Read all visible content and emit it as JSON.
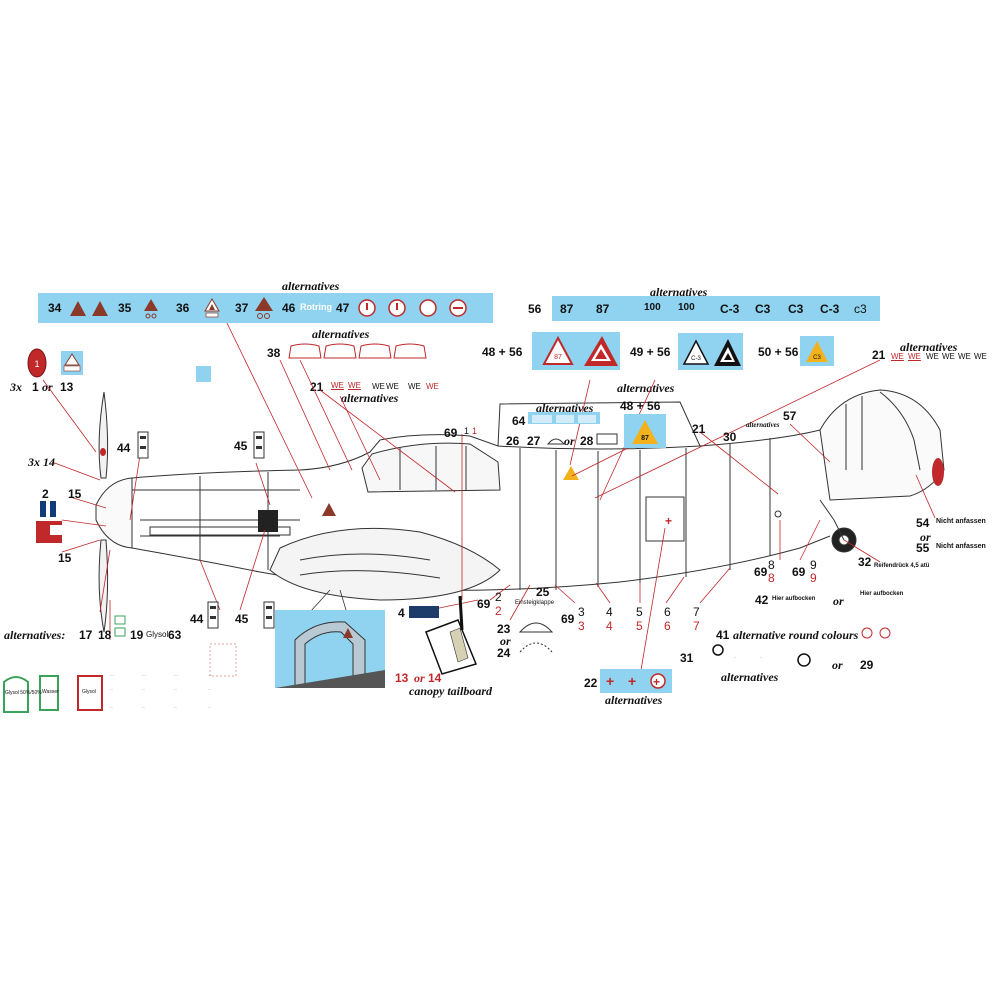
{
  "colors": {
    "decal_blue": "#8fd3f0",
    "red": "#c0282a",
    "brown": "#8b3a2a",
    "yellow": "#f3b21b",
    "line": "#333333"
  },
  "top_band_left": {
    "header": "alternatives",
    "items": [
      {
        "n": "34"
      },
      {
        "n": "35"
      },
      {
        "n": "36"
      },
      {
        "n": "37"
      },
      {
        "n": "46",
        "text": "Rotring"
      },
      {
        "n": "47"
      }
    ]
  },
  "top_band_right": {
    "header": "alternatives",
    "n": "56",
    "codes": [
      "87",
      "87",
      "100",
      "100",
      "C-3",
      "C3",
      "C3",
      "C-3",
      "c3"
    ]
  },
  "tri_row": {
    "a": "48 + 56",
    "b": "49 + 56",
    "c": "50 + 56",
    "d": "alternatives",
    "v1": "87",
    "v2": "C-3",
    "v3": "C3"
  },
  "canopy_markings": {
    "n38": "38",
    "label": "alternatives",
    "n21": "21",
    "we": "WE",
    "alt2": "alternatives"
  },
  "right_we": {
    "n21": "21",
    "label": "alternatives",
    "we": "WE"
  },
  "left_side": {
    "l1": "3x",
    "n1": "1",
    "or": "or",
    "n13": "13",
    "x14": "3x 14",
    "n2": "2",
    "n15": "15",
    "n15b": "15",
    "n44": "44",
    "n45": "45",
    "n44b": "44",
    "n45b": "45"
  },
  "center": {
    "n69": "69",
    "n1": "1",
    "n1r": "1",
    "n64": "64",
    "alt": "alternatives",
    "n26": "26",
    "n27": "27",
    "or": "or",
    "n28": "28",
    "n48": "48 + 56",
    "v87": "87",
    "n21": "21",
    "n30": "30",
    "n57": "57",
    "alt30": "alternatives"
  },
  "bottom_numbers": {
    "n2": "2",
    "n2r": "2",
    "n69": "69",
    "n3": "3",
    "n3r": "3",
    "n4": "4",
    "n4r": "4",
    "n5": "5",
    "n5r": "5",
    "n6": "6",
    "n6r": "6",
    "n7": "7",
    "n7r": "7",
    "n8": "8",
    "n8r": "8",
    "n9": "9",
    "n9r": "9",
    "n69b": "69",
    "n69c": "69",
    "n23": "23",
    "or": "or",
    "n24": "24",
    "n25": "25",
    "n25t": "Einsteigklappe"
  },
  "tail_labels": {
    "n54": "54",
    "t54": "Nicht anfassen",
    "or": "or",
    "n55": "55",
    "t55": "Nicht anfassen",
    "n32": "32",
    "t32": "Reifendrück 4,5 atü",
    "n42": "42",
    "t42a": "Hier aufbocken",
    "or2": "or",
    "t42b": "Hier aufbocken"
  },
  "round": {
    "n41": "41",
    "t41": "alternative round colours",
    "n31": "31",
    "alt": "alternatives",
    "or": "or",
    "n29": "29"
  },
  "red_cross": {
    "n22": "22",
    "alt": "alternatives"
  },
  "canopy_tail": {
    "n4": "4",
    "n13": "13",
    "or": "or",
    "n14": "14",
    "label": "canopy tailboard"
  },
  "bottom_left": {
    "alt": "alternatives:",
    "n17": "17",
    "n18": "18",
    "n19": "19",
    "t19": "Glysol",
    "n63": "63",
    "box1": "Glysol 50%/50%",
    "box2": "Wasser",
    "box3": "Glysol"
  }
}
